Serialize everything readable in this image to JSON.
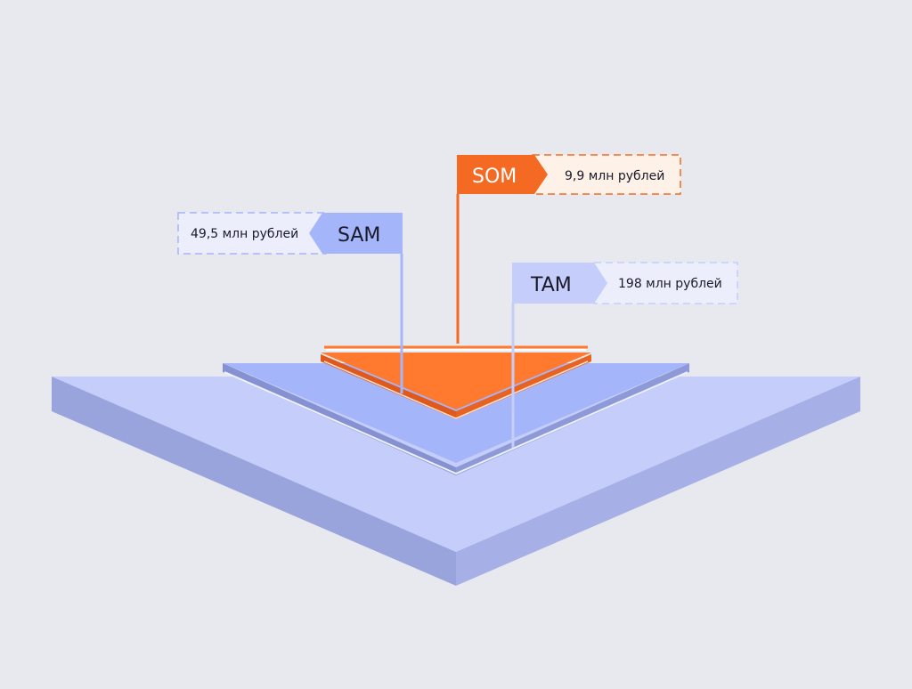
{
  "colors": {
    "background": "#e8e9ee",
    "tam_top": "#c5cdfb",
    "tam_side": "#9aa4dc",
    "sam_top": "#a5b5fa",
    "sam_side": "#8591d0",
    "som_top": "#ff7a2e",
    "som_side": "#e0591c",
    "som_accent": "#f46a22",
    "label_blue": "#a5b5fa",
    "label_blue_light": "#c5cdfb",
    "value_blue_bg": "#eceefb",
    "value_orange_bg": "#fdf1e8",
    "text_dark": "#1a1a2a",
    "text_white": "#ffffff"
  },
  "tam": {
    "label": "TAM",
    "value": "198 млн рублей"
  },
  "sam": {
    "label": "SAM",
    "value": "49,5 млн рублей"
  },
  "som": {
    "label": "SOM",
    "value": "9,9 млн рублей"
  }
}
